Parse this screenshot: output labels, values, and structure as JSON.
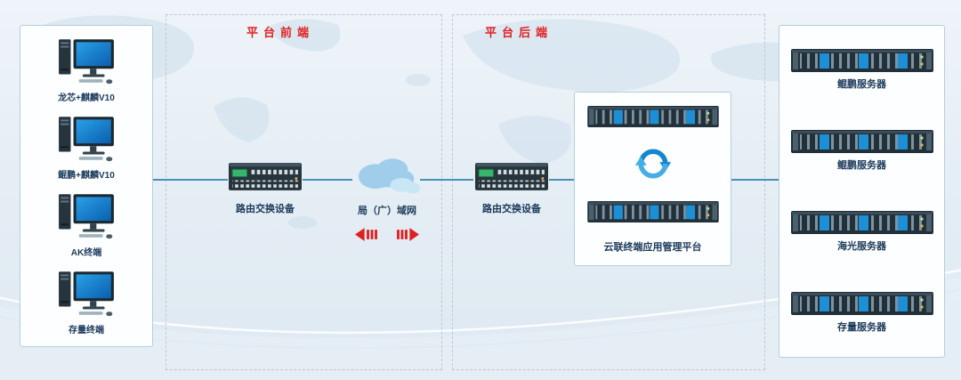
{
  "regions": {
    "front": {
      "title": "平台前端"
    },
    "back": {
      "title": "平台后端"
    }
  },
  "terminal_group": {
    "items": [
      {
        "label": "龙芯+麒麟V10",
        "icon": "desktop-pc-icon"
      },
      {
        "label": "鲲鹏+麒麟V10",
        "icon": "desktop-pc-icon"
      },
      {
        "label": "AK终端",
        "icon": "desktop-pc-icon"
      },
      {
        "label": "存量终端",
        "icon": "desktop-pc-icon"
      }
    ]
  },
  "front_network": {
    "router_label": "路由交换设备",
    "router_icon": "router-switch-icon",
    "wan_label": "局（广）域网",
    "wan_icon": "cloud-icon",
    "wan_arrows_icon": "red-bidirectional-arrows-icon"
  },
  "back_network": {
    "router_label": "路由交换设备",
    "router_icon": "router-switch-icon"
  },
  "platform": {
    "label": "云联终端应用管理平台",
    "sync_icon": "sync-arrows-icon",
    "server_icon": "rack-server-icon"
  },
  "server_group": {
    "items": [
      {
        "label": "鲲鹏服务器",
        "icon": "rack-server-icon"
      },
      {
        "label": "鲲鹏服务器",
        "icon": "rack-server-icon"
      },
      {
        "label": "海光服务器",
        "icon": "rack-server-icon"
      },
      {
        "label": "存量服务器",
        "icon": "rack-server-icon"
      }
    ]
  },
  "colors": {
    "accent_red": "#e02020",
    "label_navy": "#1b3a5a",
    "connector_blue": "#4a8fb5",
    "panel_border": "#b5cede",
    "server_accent_blue": "#1d8fd6"
  }
}
